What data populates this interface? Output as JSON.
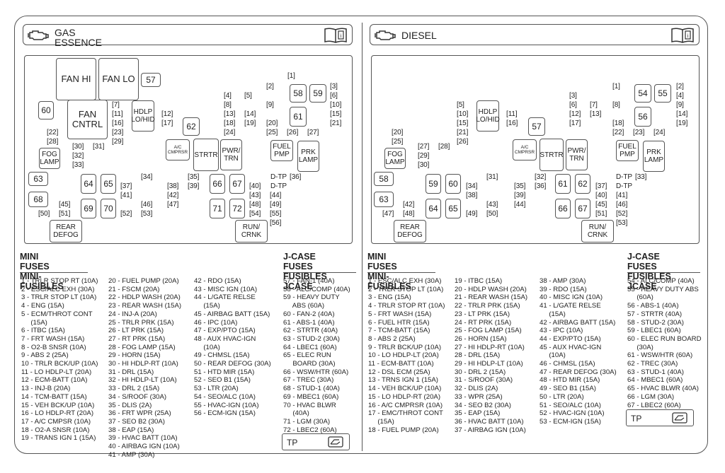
{
  "gas": {
    "title_line1": "GAS",
    "title_line2": "ESSENCE",
    "relays": {
      "fan_hi": "FAN HI",
      "fan_lo": "FAN LO",
      "fan_cntrl": "FAN CNTRL",
      "hdlp": "HDLP LO/HID",
      "ac": "A/C CMPRSR",
      "strtr": "STRTR",
      "pwr": "PWR/ TRN",
      "fuel": "FUEL PMP",
      "prk": "PRK LAMP",
      "fog": "FOG LAMP",
      "rear": "REAR DEFOG",
      "run": "RUN/ CRNK"
    },
    "big_fuses": [
      "57",
      "58",
      "59",
      "60",
      "61",
      "62",
      "63",
      "64",
      "65",
      "66",
      "67",
      "68",
      "69",
      "70",
      "71",
      "72"
    ],
    "mini_fuses": [
      "1",
      "2",
      "3",
      "4",
      "5",
      "6",
      "7",
      "8",
      "9",
      "10",
      "11",
      "12",
      "13",
      "14",
      "15",
      "16",
      "17",
      "18",
      "19",
      "20",
      "21",
      "22",
      "23",
      "24",
      "25",
      "26",
      "27",
      "28",
      "29",
      "30",
      "31",
      "32",
      "33",
      "34",
      "35",
      "36",
      "37",
      "38",
      "39",
      "40",
      "41",
      "42",
      "43",
      "44",
      "45",
      "46",
      "47",
      "48",
      "49",
      "50",
      "51",
      "52",
      "53",
      "54",
      "55",
      "56"
    ],
    "tp_labels": [
      "TP",
      "TP"
    ],
    "mini_heading1": "MINI FUSES",
    "mini_heading2": "MINI-FUSIBLES",
    "jcase_heading1": "J-CASE FUSES",
    "jcase_heading2": "FUSIBLES JCASE",
    "col1": [
      "1 - TRLR STOP RT (10A)",
      "2 - ESC/ALC EXH (30A)",
      "3 - TRLR STOP LT (10A)",
      "4 - ENG (15A)",
      "5 - ECM/THROT CONT",
      "     (15A)",
      "6 - ITBC (15A)",
      "7 - FRT WASH (15A)",
      "8 - O2-B SNSR (10A)",
      "9 - ABS 2 (25A)",
      "10 - TRLR BCK/UP (10A)",
      "11 - LO HDLP-LT (20A)",
      "12 - ECM-BATT (10A)",
      "13 - INJ-B (20A)",
      "14 - TCM-BATT (15A)",
      "15 - VEH BCK/UP (10A)",
      "16 - LO HDLP-RT (20A)",
      "17 - A/C CMPSR (10A)",
      "18 - O2-A SNSR (10A)",
      "19 - TRANS IGN 1 (15A)"
    ],
    "col2": [
      "20 - FUEL PUMP (20A)",
      "21 - FSCM (20A)",
      "22 - HDLP WASH (20A)",
      "23 - REAR WASH (15A)",
      "24 - INJ-A (20A)",
      "25 - TRLR PRK (15A)",
      "26 - LT PRK (15A)",
      "27 - RT PRK (15A)",
      "28 - FOG LAMP (15A)",
      "29 - HORN (15A)",
      "30 - HI HDLP-RT (10A)",
      "31 - DRL (15A)",
      "32 - HI HDLP-LT (10A)",
      "33 - DRL 2 (15A)",
      "34 - S/ROOF (30A)",
      "35 - DLIS (2A)",
      "36 - FRT WPR (25A)",
      "37 - SEO B2 (30A)",
      "38 - EAP (15A)",
      "39 - HVAC BATT (10A)",
      "40 - AIRBAG IGN (10A)",
      "41 - AMP (30A)"
    ],
    "col3": [
      "42 - RDO (15A)",
      "43 - MISC IGN (10A)",
      "44 - L/GATE RELSE",
      "     (15A)",
      "45 - AIRBAG BATT (15A)",
      "46 - IPC (10A)",
      "47 - EXP/PTO (15A)",
      "48 - AUX HVAC-IGN",
      "     (10A)",
      "49 - CHMSL (15A)",
      "50 - REAR DEFOG (30A)",
      "51 - HTD MIR (15A)",
      "52 - SEO B1 (15A)",
      "53 - LTR (20A)",
      "54 - SEO/ALC (10A)",
      "55 - HVAC-IGN (10A)",
      "56 - ECM-IGN (15A)"
    ],
    "col4": [
      "57 - FAN-1 (40A)",
      "58 - ALC/COMP (40A)",
      "59 - HEAVY DUTY",
      "     ABS (60A)",
      "60 - FAN-2 (40A)",
      "61 - ABS-1 (40A)",
      "62 - STRTR (40A)",
      "63 - STUD-2 (30A)",
      "64 - LBEC1 (60A)",
      "65 - ELEC RUN",
      "     BOARD (30A)",
      "66 - WSW/HTR (60A)",
      "67 - TREC (30A)",
      "68 - STUD-1 (40A)",
      "69 - MBEC1 (60A)",
      "70 - HVAC BLWR",
      "     (40A)",
      "71 - LGM (30A)",
      "72 - LBEC2 (60A)"
    ],
    "tp_box": "TP"
  },
  "diesel": {
    "title": "DIESEL",
    "relays": {
      "hdlp": "HDLP LO/HID",
      "ac": "A/C CMPRSR",
      "strtr": "STRTR",
      "pwr": "PWR/ TRN",
      "fuel": "FUEL PMP",
      "prk": "PRK LAMP",
      "fog": "FOG LAMP",
      "rear": "REAR DEFOG",
      "run": "RUN/ CRNK"
    },
    "big_fuses": [
      "54",
      "55",
      "56",
      "57",
      "58",
      "59",
      "60",
      "61",
      "62",
      "63",
      "64",
      "65",
      "66",
      "67"
    ],
    "tp_labels": [
      "TP",
      "TP"
    ],
    "mini_heading1": "MINI FUSES",
    "mini_heading2": "MINI-FUSIBLES",
    "jcase_heading1": "J-CASE FUSES",
    "jcase_heading2": "FUSIBLES JCASE",
    "col1": [
      "1 - ESC/ALC EXH (30A)",
      "2 - TRLR STOP LT (10A)",
      "3 - ENG (15A)",
      "4 - TRLR STOP RT (10A)",
      "5 - FRT WASH (15A)",
      "6 - FUEL HTR (15A)",
      "7 - TCM-BATT (15A)",
      "8 - ABS 2 (25A)",
      "9 - TRLR BCK/UP (10A)",
      "10 - LO HDLP-LT (20A)",
      "11 - ECM-BATT (10A)",
      "12 - DSL ECM (25A)",
      "13 - TRNS IGN 1 (15A)",
      "14 - VEH BCK/UP (10A)",
      "15 - LO HDLP-RT (20A)",
      "16 - A/C CMPRSR (10A)",
      "17 - EMC/THROT CONT",
      "     (15A)",
      "18 - FUEL PUMP (20A)"
    ],
    "col2": [
      "19 - ITBC (15A)",
      "20 - HDLP WASH (20A)",
      "21 - REAR WASH (15A)",
      "22 - TRLR PRK (15A)",
      "23 - LT PRK (15A)",
      "24 - RT PRK (15A)",
      "25 - FOG LAMP (15A)",
      "26 - HORN (15A)",
      "27 - HI HDLP-RT (10A)",
      "28 - DRL (15A)",
      "29 - HI HDLP-LT (10A)",
      "30 - DRL 2 (15A)",
      "31 - S/ROOF (30A)",
      "32 - DLIS (2A)",
      "33 - WPR (25A)",
      "34 - SEO B2 (30A)",
      "35 - EAP (15A)",
      "36 - HVAC BATT (10A)",
      "37 - AIRBAG IGN (10A)"
    ],
    "col3": [
      "38 - AMP (30A)",
      "39 - RDO (15A)",
      "40 - MISC IGN (10A)",
      "41 - L/GATE RELSE",
      "     (15A)",
      "42 - AIRBAG BATT (15A)",
      "43 - IPC (10A)",
      "44 - EXP/PTO (15A)",
      "45 - AUX HVAC-IGN",
      "     (10A)",
      "46 - CHMSL (15A)",
      "47 - REAR DEFOG (30A)",
      "48 - HTD MIR (15A)",
      "49 - SEO B1 (15A)",
      "50 - LTR (20A)",
      "51 - SEO/ALC (10A)",
      "52 - HVAC-IGN (10A)",
      "53 - ECM-IGN (15A)"
    ],
    "col4": [
      "54 - ALC/COMP (40A)",
      "55 - HEAVY DUTY ABS",
      "     (60A)",
      "56 - ABS-1 (40A)",
      "57 - STRTR (40A)",
      "58 - STUD-2 (30A)",
      "59 - LBEC1 (60A)",
      "60 - ELEC RUN BOARD",
      "     (30A)",
      "61 - WSW/HTR (60A)",
      "62 - TREC (30A)",
      "63 - STUD-1 (40A)",
      "64 - MBEC1 (60A)",
      "65 - HVAC BLWR (40A)",
      "66 - LGM (30A)",
      "67 - LBEC2 (60A)"
    ],
    "tp_box": "TP"
  }
}
